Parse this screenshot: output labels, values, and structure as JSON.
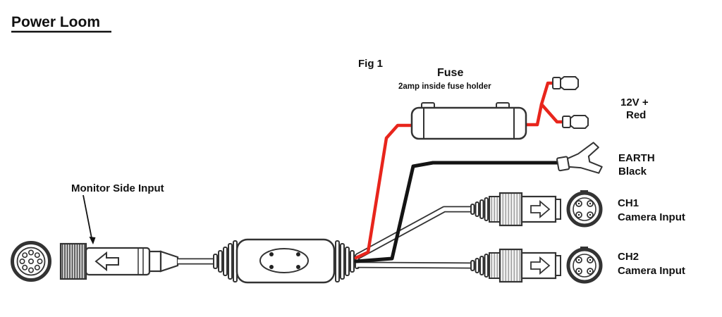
{
  "title": "Power Loom",
  "figure_label": "Fig 1",
  "fuse": {
    "label": "Fuse",
    "sublabel": "2amp inside fuse holder"
  },
  "terminals": {
    "power": {
      "line1": "12V +",
      "line2": "Red"
    },
    "earth": {
      "line1": "EARTH",
      "line2": "Black"
    }
  },
  "monitor_label": "Monitor Side Input",
  "channels": [
    {
      "line1": "CH1",
      "line2": "Camera Input"
    },
    {
      "line1": "CH2",
      "line2": "Camera Input"
    }
  ],
  "colors": {
    "red_wire": "#e8251c",
    "black_wire": "#141414",
    "outline": "#333333",
    "background": "#ffffff"
  }
}
